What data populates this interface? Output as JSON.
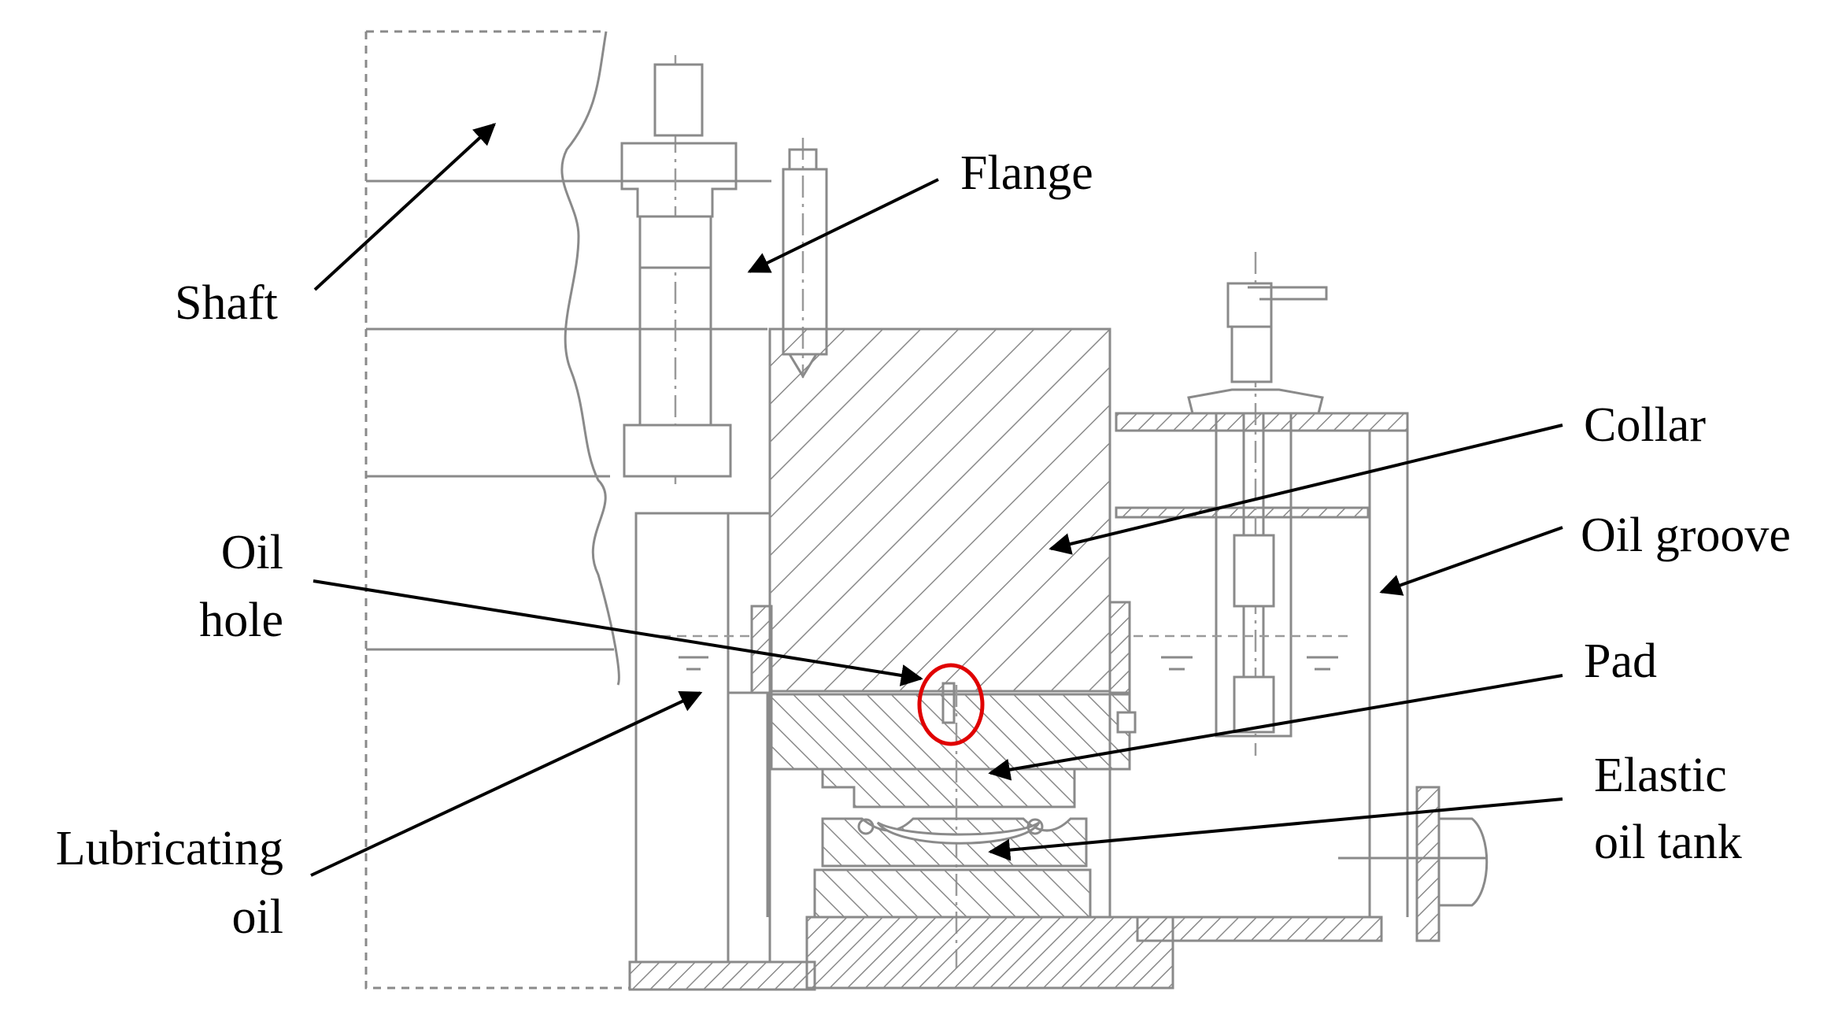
{
  "labels": {
    "shaft": "Shaft",
    "flange": "Flange",
    "collar": "Collar",
    "oil_groove": "Oil groove",
    "oil_hole_1": "Oil",
    "oil_hole_2": "hole",
    "pad": "Pad",
    "elastic_oil_tank_1": "Elastic",
    "elastic_oil_tank_2": "oil tank",
    "lubricating_oil_1": "Lubricating",
    "lubricating_oil_2": "oil"
  },
  "colors": {
    "drawing_lines": "#8a8a8a",
    "callout_arrows": "#000000",
    "highlight_circle": "#e00000"
  }
}
